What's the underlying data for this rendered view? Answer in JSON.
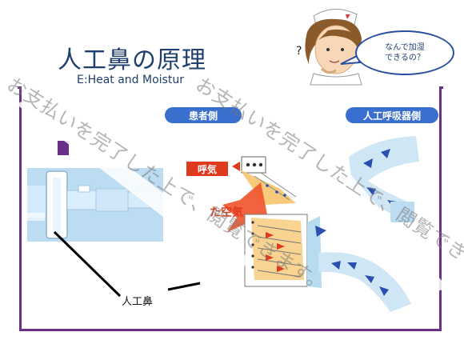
{
  "slide": {
    "title": "人工鼻の原理",
    "subtitle_fragment": "E:Heat and Moistur",
    "question_mark": "?",
    "nurse_bubble": "なんで加湿\nできるの？",
    "pill_patient_side": "患者側",
    "pill_ventilator_side": "人工呼吸器側",
    "label_exhale": "呼気",
    "label_air_fragment": "た空気",
    "label_hme": "人工鼻"
  },
  "watermark": {
    "text_a": "お支払いを完了した上で、閲覧できます。",
    "text_b": "お支払いを完了した上で、閲覧できます。"
  },
  "colors": {
    "accent_purple": "#6a2f8a",
    "title_blue": "#1f3f6e",
    "pill_blue": "#3a6fd0",
    "exhale_red": "#e03a1e",
    "arrow_blue": "#2a4fb0",
    "tube_light": "#cfe6f5"
  }
}
